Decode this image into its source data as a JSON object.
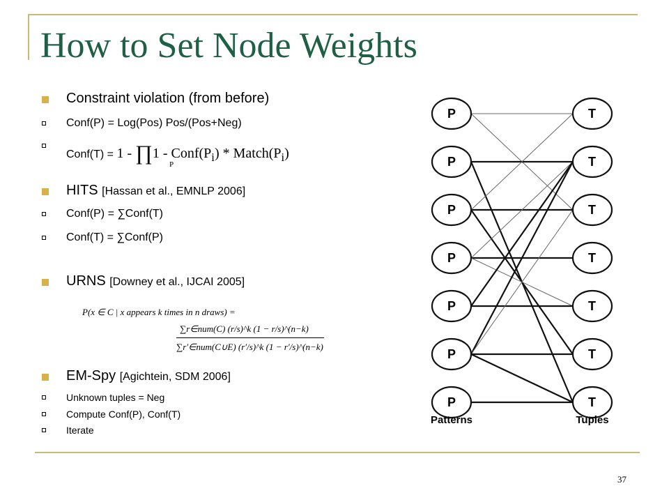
{
  "slide": {
    "title": "How to Set Node Weights",
    "page_number": "37"
  },
  "sections": {
    "constraint": {
      "heading": "Constraint violation (from before)",
      "item1": "Conf(P) = Log(Pos) Pos/(Pos+Neg)",
      "item2_label": "Conf(T) =",
      "item2_formula_a": "1 - ",
      "item2_formula_prod": "∏",
      "item2_formula_b": "1 - Conf(P",
      "item2_formula_sub1": "i",
      "item2_formula_c": ") * Match(P",
      "item2_formula_sub2": "i",
      "item2_formula_d": ")",
      "item2_formula_index": "P"
    },
    "hits": {
      "heading": "HITS",
      "cite": "[Hassan et al., EMNLP 2006]",
      "item1": "Conf(P) = ∑Conf(T)",
      "item2": "Conf(T) = ∑Conf(P)"
    },
    "urns": {
      "heading": "URNS",
      "cite": "[Downey et al., IJCAI 2005]",
      "formula_lhs": "P(x ∈ C | x appears k times in n draws) =",
      "formula_num": "∑r∈num(C) (r/s)^k (1 − r/s)^(n−k)",
      "formula_den": "∑r′∈num(C∪E) (r′/s)^k (1 − r′/s)^(n−k)"
    },
    "emspy": {
      "heading": "EM-Spy",
      "cite": "[Agichtein, SDM 2006]",
      "item1": "Unknown tuples = Neg",
      "item2": "Compute Conf(P), Conf(T)",
      "item3": "Iterate"
    }
  },
  "diagram": {
    "pattern_label": "P",
    "tuple_label": "T",
    "pattern_count": 7,
    "tuple_count": 7,
    "left_caption": "Patterns",
    "right_caption": "Tuples",
    "edges": [
      [
        0,
        0,
        "thin"
      ],
      [
        0,
        2,
        "thin"
      ],
      [
        1,
        1,
        "bold"
      ],
      [
        1,
        6,
        "bold"
      ],
      [
        2,
        2,
        "bold"
      ],
      [
        2,
        0,
        "thin"
      ],
      [
        2,
        5,
        "bold"
      ],
      [
        3,
        3,
        "bold"
      ],
      [
        3,
        1,
        "thin"
      ],
      [
        3,
        4,
        "thin"
      ],
      [
        4,
        4,
        "bold"
      ],
      [
        4,
        1,
        "bold"
      ],
      [
        5,
        5,
        "bold"
      ],
      [
        5,
        6,
        "bold"
      ],
      [
        5,
        1,
        "bold"
      ],
      [
        5,
        2,
        "thin"
      ],
      [
        6,
        6,
        "bold"
      ]
    ]
  }
}
